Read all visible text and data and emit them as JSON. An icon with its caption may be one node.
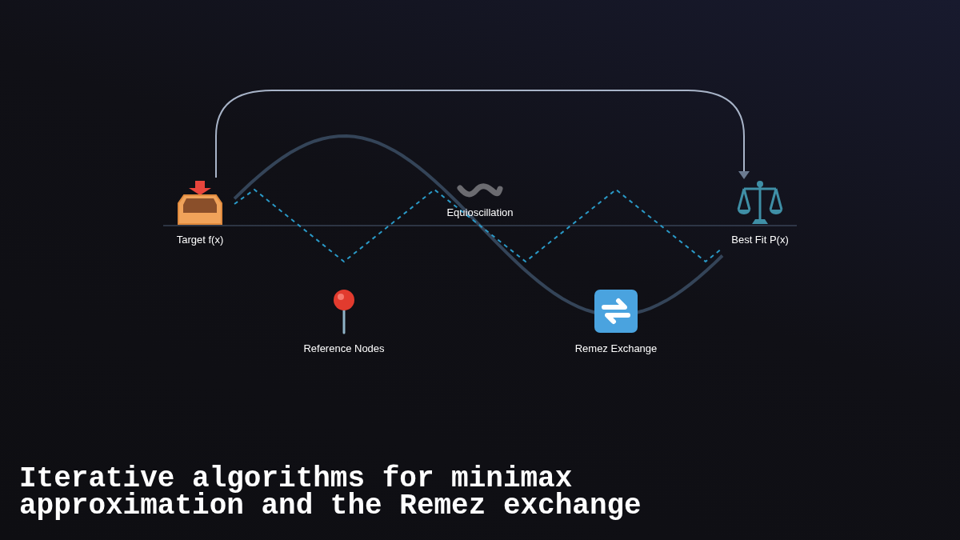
{
  "diagram": {
    "title": "Iterative algorithms for minimax approximation and the Remez exchange",
    "nodes": [
      {
        "text": [
          "Target f(x)"
        ]
      },
      {
        "text": [
          "Reference Nodes"
        ]
      },
      {
        "text": [
          "Equioscillation"
        ]
      },
      {
        "text": [
          "Remez Exchange"
        ]
      },
      {
        "text": [
          "Best Fit P(x)"
        ]
      }
    ],
    "edges": [
      {
        "from": 0,
        "to": 4,
        "arrow": "to"
      }
    ]
  }
}
